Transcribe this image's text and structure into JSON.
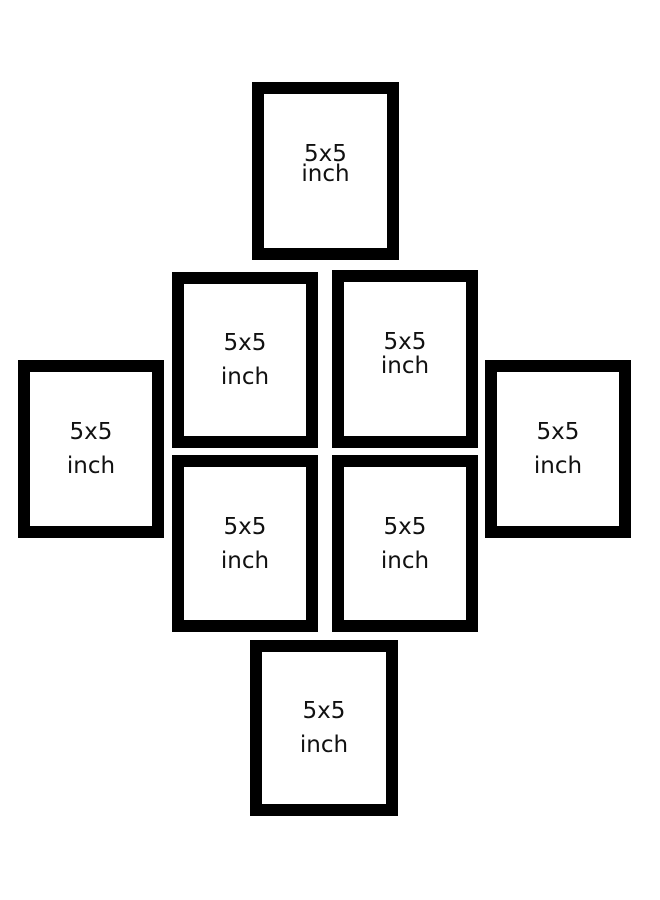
{
  "frames": [
    {
      "size": "5x5",
      "unit": "inch"
    },
    {
      "size": "5x5",
      "unit": "inch"
    },
    {
      "size": "5x5",
      "unit": "inch"
    },
    {
      "size": "5x5",
      "unit": "inch"
    },
    {
      "size": "5x5",
      "unit": "inch"
    },
    {
      "size": "5x5",
      "unit": "inch"
    },
    {
      "size": "5x5",
      "unit": "inch"
    },
    {
      "size": "5x5",
      "unit": "inch"
    }
  ],
  "colors": {
    "frame_border": "#000000",
    "background": "#ffffff"
  }
}
